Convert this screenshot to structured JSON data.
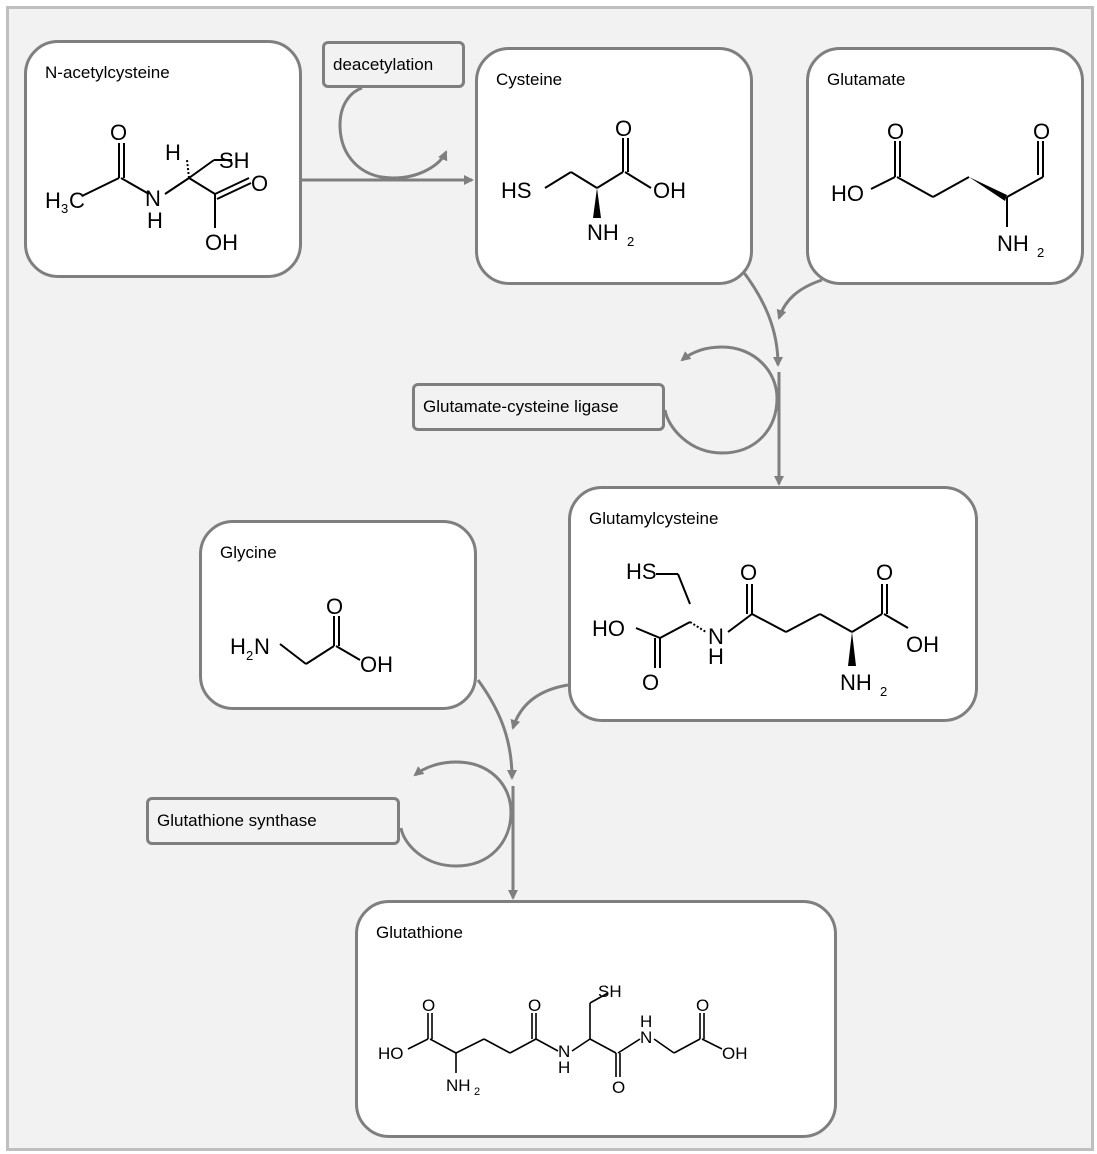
{
  "nodes": {
    "nac": {
      "title": "N-acetylcysteine",
      "atoms": {
        "sh": "SH",
        "h": "H",
        "o": "O",
        "o2": "O",
        "h3": "H",
        "c": "C",
        "n": "N",
        "h_n": "H",
        "oh": "OH"
      }
    },
    "cys": {
      "title": "Cysteine",
      "atoms": {
        "hs": "HS",
        "o": "O",
        "oh": "OH",
        "nh": "NH",
        "sub2": "2"
      }
    },
    "glu": {
      "title": "Glutamate",
      "atoms": {
        "o1": "O",
        "o2": "O",
        "ho": "HO",
        "nh": "NH",
        "sub2": "2"
      }
    },
    "glucys": {
      "title": "Glutamylcysteine",
      "atoms": {
        "hs": "HS",
        "o1": "O",
        "o2": "O",
        "ho": "HO",
        "n": "N",
        "h": "H",
        "o3": "O",
        "oh": "OH",
        "nh": "NH",
        "sub2": "2"
      }
    },
    "gly": {
      "title": "Glycine",
      "atoms": {
        "h2n": "H",
        "sub2": "2",
        "n": "N",
        "o": "O",
        "oh": "OH"
      }
    },
    "gsh": {
      "title": "Glutathione",
      "atoms": {
        "sh": "SH",
        "o1": "O",
        "o2": "O",
        "o3": "O",
        "o4": "O",
        "ho": "HO",
        "nh2": "NH",
        "sub2": "2",
        "nh_a": "N",
        "h_a": "H",
        "nh_b": "N",
        "h_b": "H",
        "oh": "OH"
      }
    }
  },
  "enzymes": {
    "deacetylation": "deacetylation",
    "gcl": "Glutamate-cysteine ligase",
    "gs": "Glutathione synthase"
  },
  "colors": {
    "border": "#7f7f7f",
    "background": "#f2f2f2",
    "frame": "#bfbfbf",
    "arrow": "#7f7f7f"
  }
}
